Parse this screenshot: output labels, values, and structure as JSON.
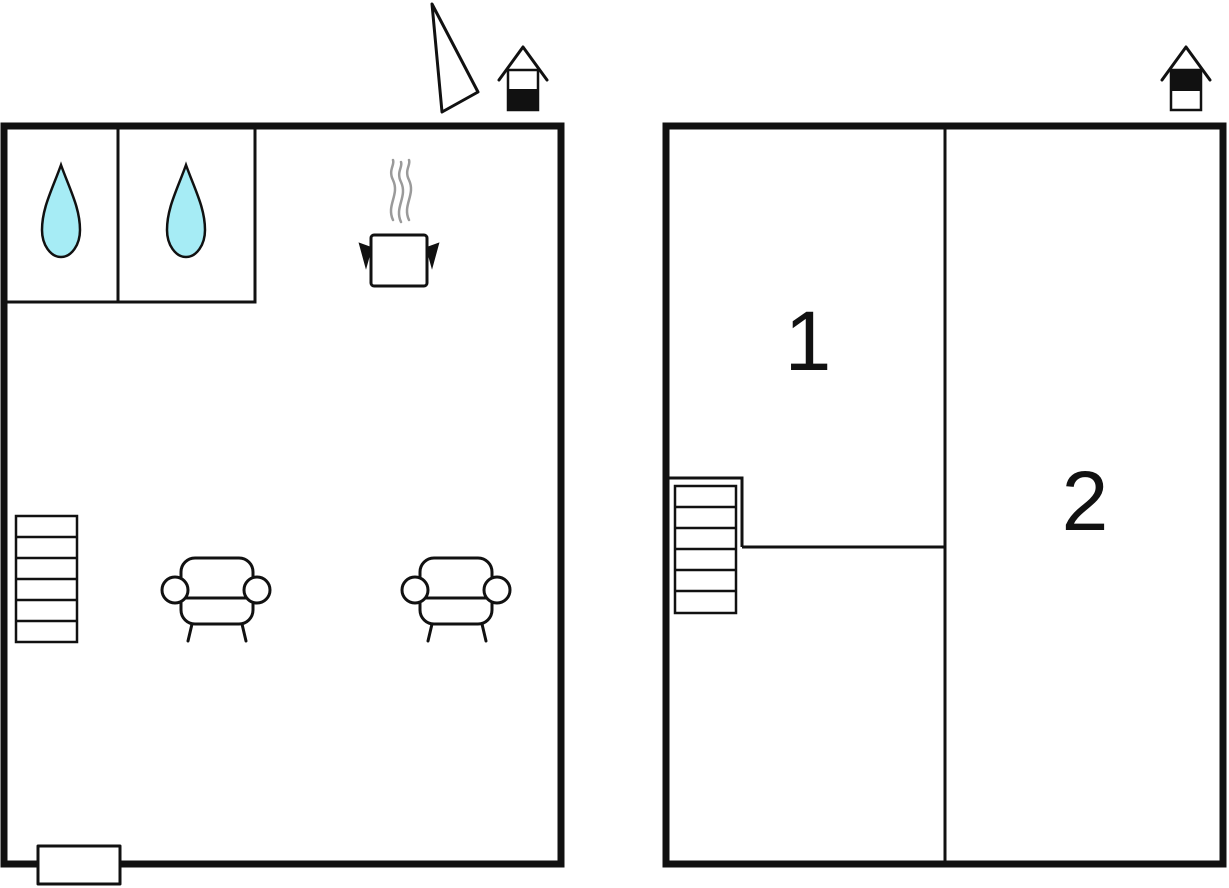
{
  "floors": [
    {
      "id": "ground-floor",
      "fixtures": [
        "shower-icon",
        "shower-icon",
        "kitchen-pot-icon",
        "staircase-icon",
        "armchair-icon",
        "armchair-icon",
        "entrance-door-icon"
      ],
      "extra_symbols": [
        "north-arrow-icon",
        "house-level-indicator-icon"
      ],
      "level_indicator": "ground-floor-highlighted"
    },
    {
      "id": "upper-floor",
      "rooms": [
        {
          "label": "1"
        },
        {
          "label": "2"
        }
      ],
      "fixtures": [
        "staircase-icon"
      ],
      "extra_symbols": [
        "house-level-indicator-icon"
      ],
      "level_indicator": "upper-floor-highlighted"
    }
  ],
  "colors": {
    "walls": "#111111",
    "water_drop": "#a6ecf5",
    "steam": "#9a9a9a",
    "background": "#ffffff"
  }
}
